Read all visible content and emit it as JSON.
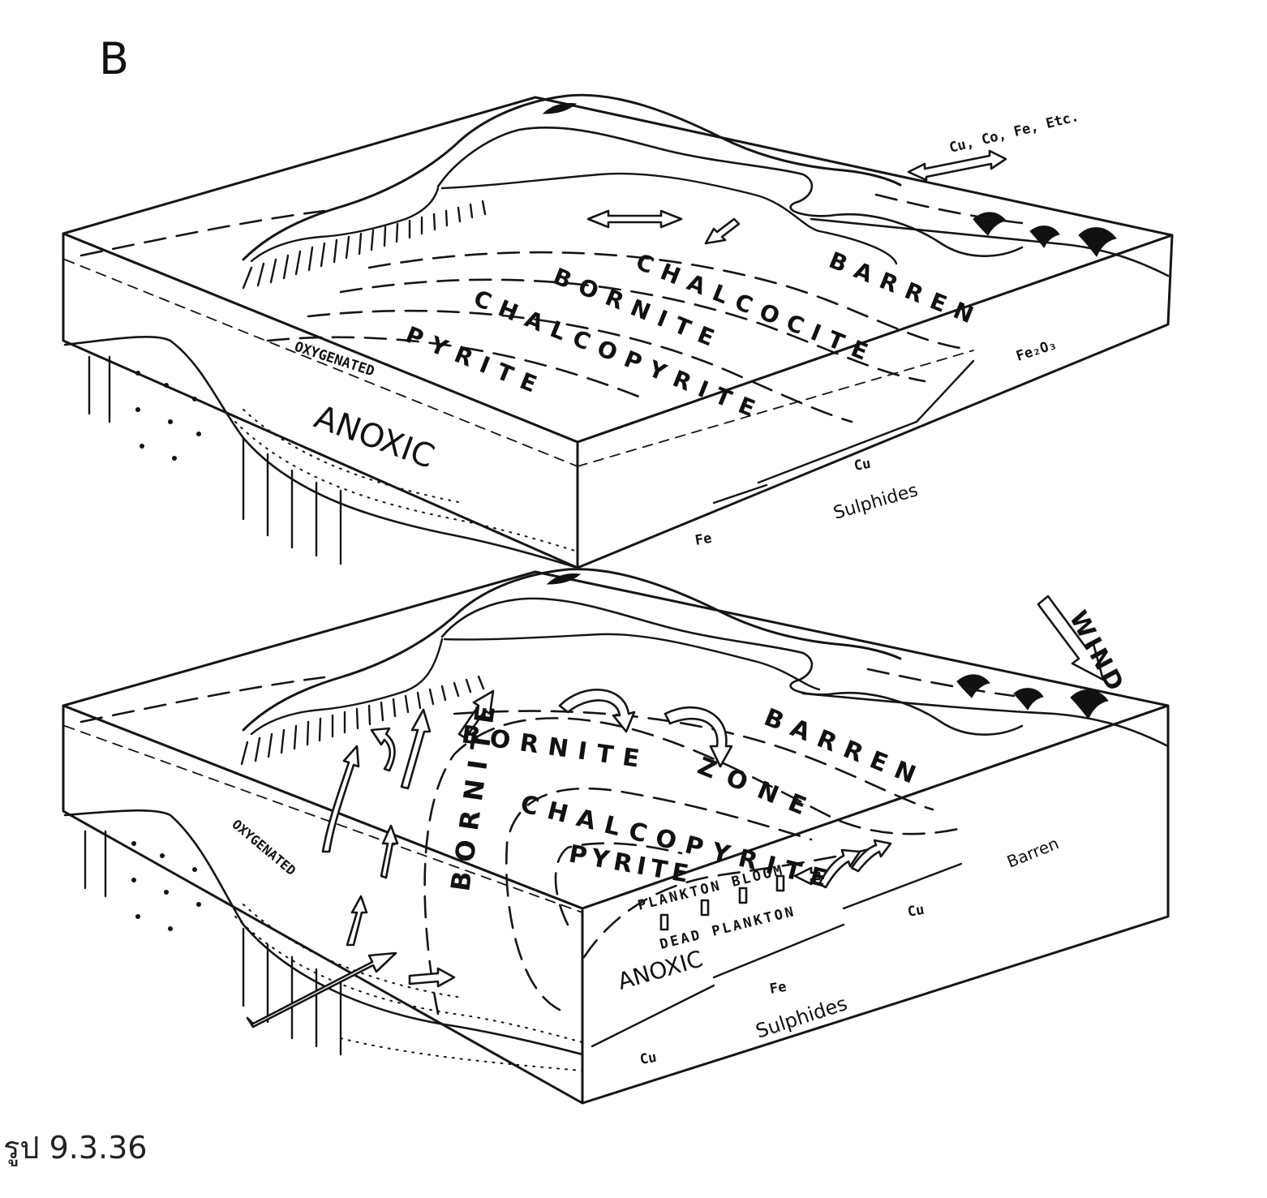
{
  "panel_letter": "B",
  "caption": "รูป 9.3.36",
  "upper_block": {
    "zones": {
      "barren": "BARREN",
      "chalcocite": "CHALCOCITE",
      "bornite": "BORNITE",
      "chalcopyrite": "CHALCOPYRITE",
      "pyrite": "PYRITE"
    },
    "oxygenated": "OXYGENATED",
    "anoxic": "ANOXIC",
    "inflow": "Cu, Co, Fe, Etc.",
    "fe2o3": "Fe₂O₃",
    "cu": "Cu",
    "sulphides": "Sulphides",
    "fe": "Fe"
  },
  "lower_block": {
    "wind": "WIND",
    "barren_zone": "BARREN",
    "bornite": "BORNITE",
    "zone": "ZONE",
    "bornite_side": "BORNITE",
    "chalcopyrite": "CHALCOPYRITE",
    "pyrite": "PYRITE",
    "oxygenated": "OXYGENATED",
    "plankton_bloom": "PLANKTON BLOOM",
    "dead_plankton": "DEAD PLANKTON",
    "anoxic": "ANOXIC",
    "barren_small": "Barren",
    "cu_right": "Cu",
    "fe": "Fe",
    "sulphides": "Sulphides",
    "cu_left": "Cu"
  }
}
